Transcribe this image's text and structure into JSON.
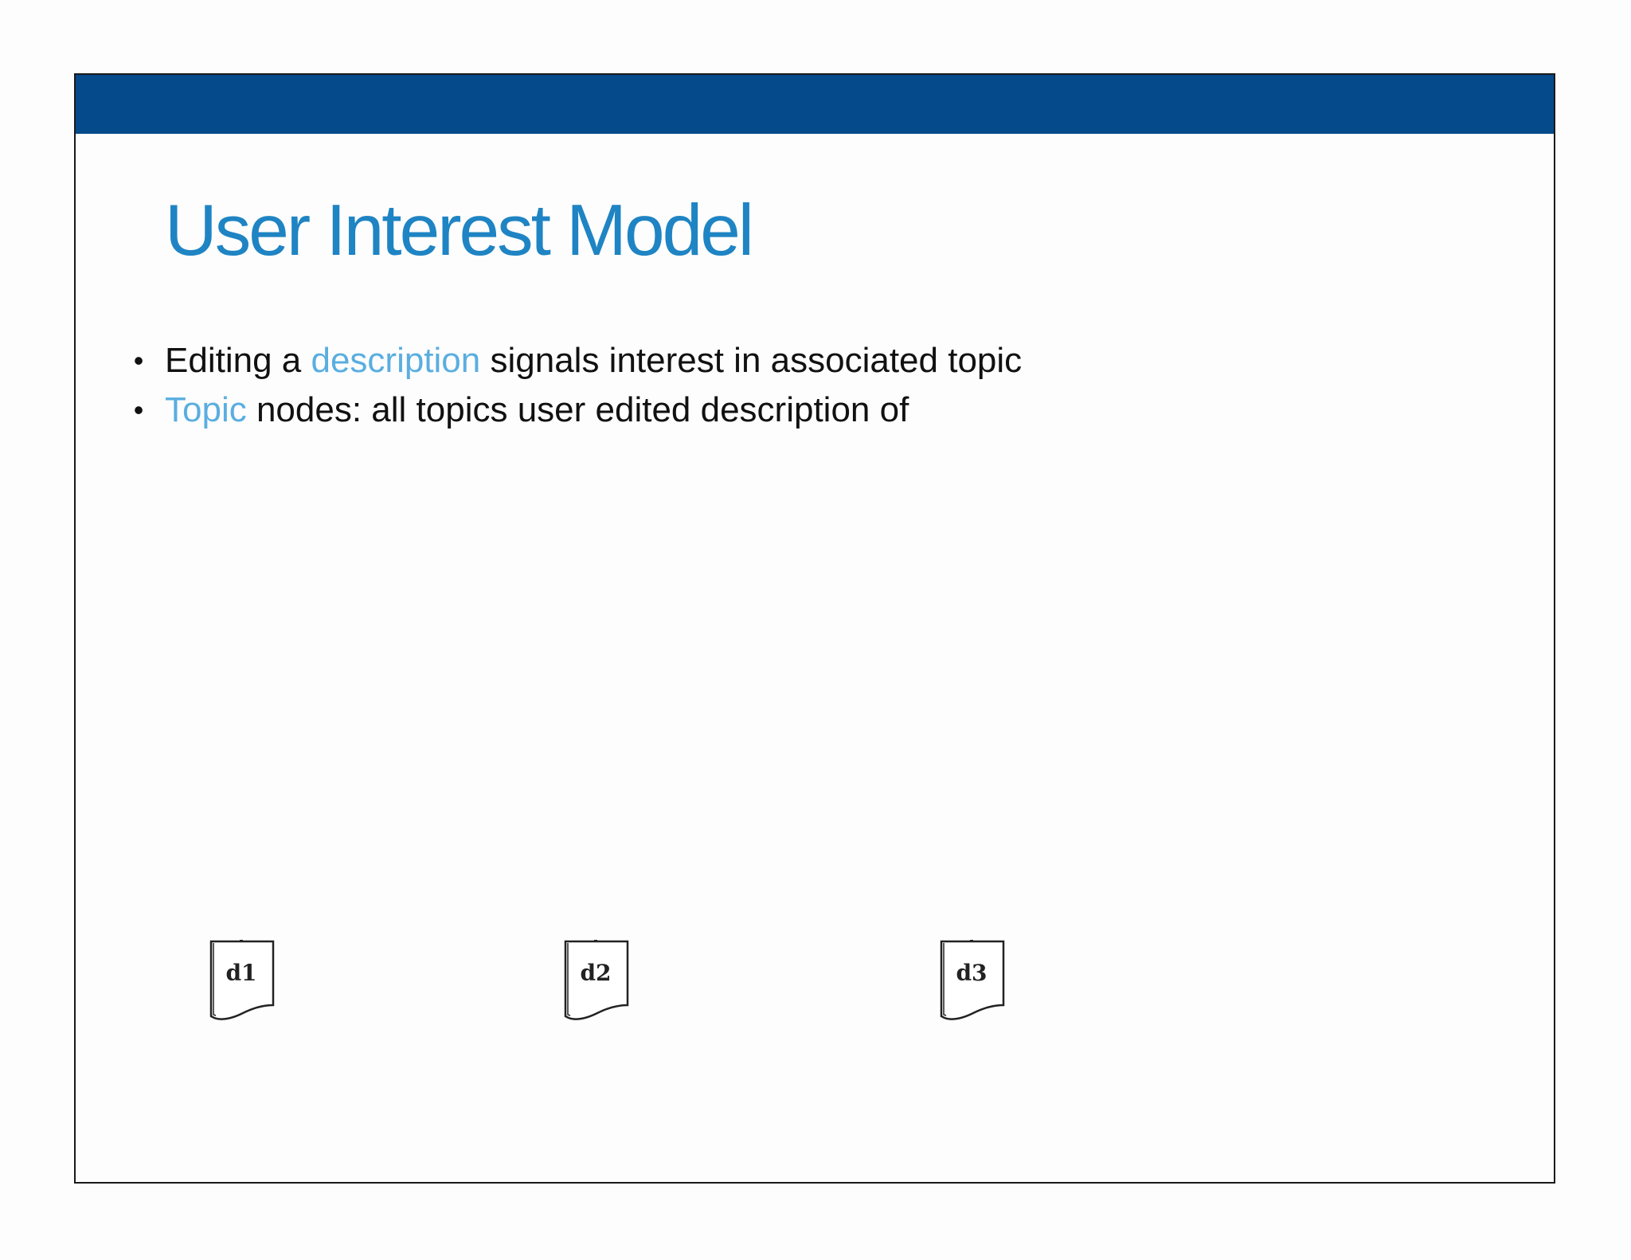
{
  "slide": {
    "title": "User Interest Model",
    "bullets": [
      {
        "segments": [
          {
            "text": "Editing a ",
            "highlight": false
          },
          {
            "text": "description",
            "highlight": true
          },
          {
            "text": " signals interest in associated topic",
            "highlight": false
          }
        ]
      },
      {
        "segments": [
          {
            "text": "Topic",
            "highlight": true
          },
          {
            "text": " nodes: all topics user edited description of",
            "highlight": false
          }
        ]
      }
    ],
    "documents": [
      {
        "label": "d1"
      },
      {
        "label": "d2"
      },
      {
        "label": "d3"
      }
    ]
  },
  "colors": {
    "header_bar": "#054a8a",
    "title": "#1f84c3",
    "highlight": "#5aaee0",
    "body_text": "#111111"
  }
}
